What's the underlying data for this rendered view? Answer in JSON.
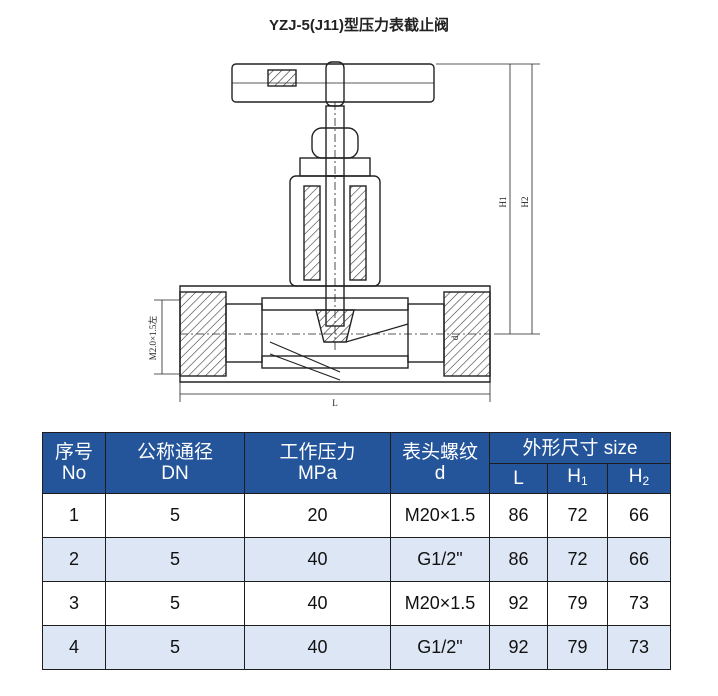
{
  "title": "YZJ-5(J11)型压力表截止阀",
  "drawing": {
    "labels": {
      "h1": "H1",
      "h2": "H2",
      "l": "L",
      "thread": "M2.0×1.5左",
      "d": "d"
    }
  },
  "table": {
    "headers": {
      "no_cn": "序号",
      "no_en": "No",
      "dn_cn": "公称通径",
      "dn_en": "DN",
      "mpa_cn": "工作压力",
      "mpa_en": "MPa",
      "thread_cn": "表头螺纹",
      "thread_en": "d",
      "size_group": "外形尺寸 size",
      "l": "L",
      "h1_main": "H",
      "h1_sub": "1",
      "h2_main": "H",
      "h2_sub": "2"
    },
    "rows": [
      {
        "no": "1",
        "dn": "5",
        "mpa": "20",
        "thread": "M20×1.5",
        "l": "86",
        "h1": "72",
        "h2": "66"
      },
      {
        "no": "2",
        "dn": "5",
        "mpa": "40",
        "thread": "G1/2\"",
        "l": "86",
        "h1": "72",
        "h2": "66"
      },
      {
        "no": "3",
        "dn": "5",
        "mpa": "40",
        "thread": "M20×1.5",
        "l": "92",
        "h1": "79",
        "h2": "73"
      },
      {
        "no": "4",
        "dn": "5",
        "mpa": "40",
        "thread": "G1/2\"",
        "l": "92",
        "h1": "79",
        "h2": "73"
      }
    ]
  }
}
